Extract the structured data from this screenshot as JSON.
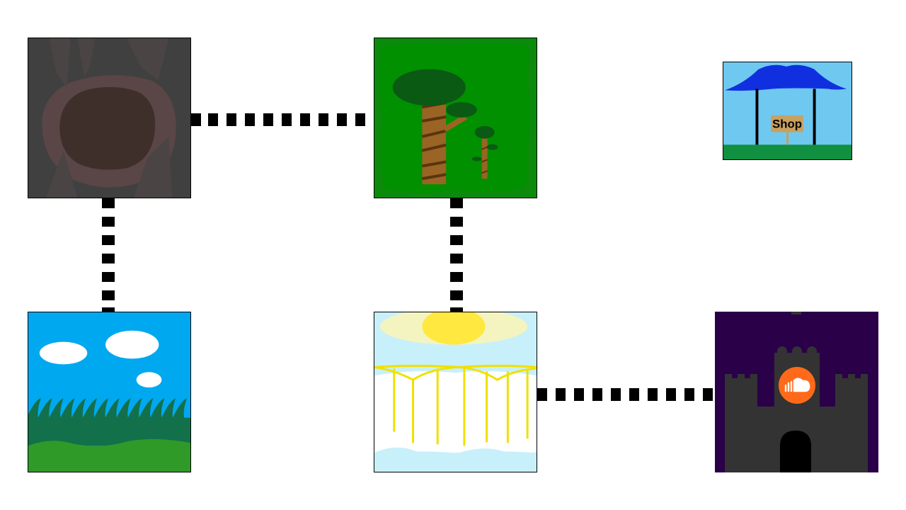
{
  "map": {
    "nodes": [
      {
        "id": "cave",
        "icon": "cave-icon"
      },
      {
        "id": "forest",
        "icon": "forest-icon"
      },
      {
        "id": "shop",
        "icon": "shop-icon",
        "sign_label": "Shop"
      },
      {
        "id": "meadow",
        "icon": "meadow-icon"
      },
      {
        "id": "sky",
        "icon": "sky-bridge-icon"
      },
      {
        "id": "castle",
        "icon": "castle-icon",
        "emblem": "soundcloud-icon"
      }
    ],
    "connections": [
      [
        "cave",
        "forest"
      ],
      [
        "cave",
        "meadow"
      ],
      [
        "forest",
        "sky"
      ],
      [
        "sky",
        "castle"
      ]
    ]
  },
  "colors": {
    "path": "#000000",
    "cave_bg": "#404040",
    "forest_bg": "#0b8a0b",
    "shop_sky": "#6fc8f0",
    "shop_roof": "#1030e0",
    "meadow_sky": "#00a8f0",
    "castle_bg": "#2a0048",
    "castle_stone": "#333333",
    "emblem": "#ff6a1a"
  }
}
